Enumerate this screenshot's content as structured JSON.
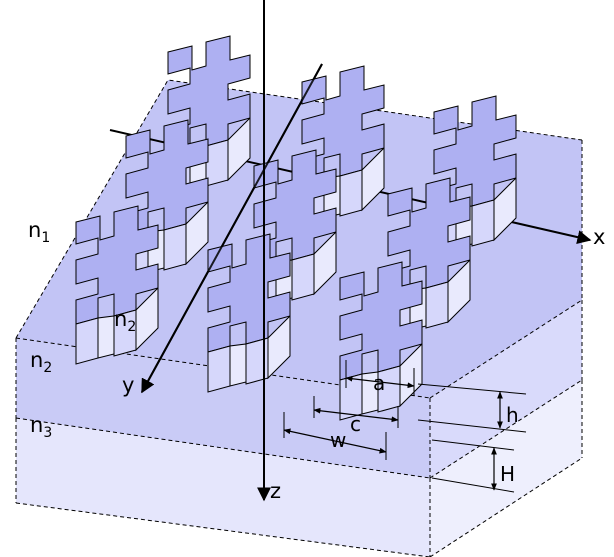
{
  "colors": {
    "structure_top": "#aeb0f2",
    "structure_side": "#e9eafd",
    "structure_front": "#d6d7fb",
    "layer_top": "#c2c4f5",
    "layer_n2": "#c9cbf6",
    "layer_n3": "#e5e6fc",
    "stroke": "#000000"
  },
  "icons": {
    "fractal_resonator": "hilbert-curve-shape"
  },
  "labels": {
    "n1": "n",
    "n1_sub": "1",
    "n2": "n",
    "n2_sub": "2",
    "n2_inner": "n",
    "n2_inner_sub": "2",
    "n3": "n",
    "n3_sub": "3",
    "axis_x": "x",
    "axis_y": "y",
    "axis_z": "z",
    "dim_a": "a",
    "dim_c": "c",
    "dim_w": "w",
    "dim_h": "h",
    "dim_H": "H"
  }
}
